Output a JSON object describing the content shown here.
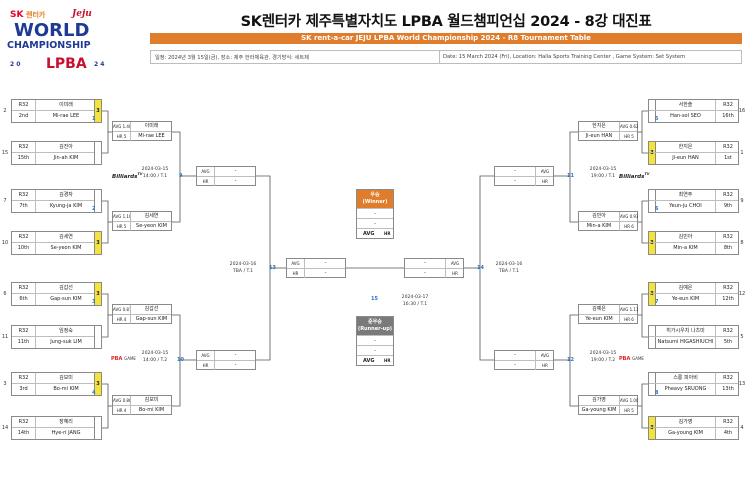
{
  "header": {
    "title": "SK렌터카 제주특별자치도 LPBA 월드챔피언십 2024 - 8강 대진표",
    "subtitle": "SK rent-a-car JEJU LPBA World Championship 2024 - R8 Tournament Table",
    "info_kr": "일정: 2024년 3월 15일(금), 장소: 제주 한라체육관, 경기방식: 세트제",
    "info_en": "Date: 15 March 2024 (Fri), Location: Halla Sports Training Center , Game System: Set System"
  },
  "logo": {
    "sk": "SK",
    "rentacar": "렌터카",
    "jeju": "Jeju",
    "world": "WORLD",
    "championship": "CHAMPIONSHIP",
    "year_left": "2  0",
    "lpba": "LPBA",
    "year_right": "2  4"
  },
  "colors": {
    "accent": "#e07d2c",
    "highlight": "#f3e33c",
    "runnerup": "#7a7a7a",
    "match_number": "#2a73c6"
  },
  "r32_label": "R32",
  "avg_label": "AVG",
  "hr_label": "HR",
  "left_players": [
    {
      "seed": "2",
      "rank": "2nd",
      "kr": "이미래",
      "en": "Mi-rae LEE",
      "mark": "3"
    },
    {
      "seed": "15",
      "rank": "15th",
      "kr": "김진아",
      "en": "Jin-ah KIM",
      "mark": ""
    },
    {
      "seed": "7",
      "rank": "7th",
      "kr": "김경자",
      "en": "Kyung-ja KIM",
      "mark": ""
    },
    {
      "seed": "10",
      "rank": "10th",
      "kr": "김세연",
      "en": "Se-yeon KIM",
      "mark": "3"
    },
    {
      "seed": "6",
      "rank": "6th",
      "kr": "김갑선",
      "en": "Gap-sun KIM",
      "mark": "3"
    },
    {
      "seed": "11",
      "rank": "11th",
      "kr": "임정숙",
      "en": "Jung-suk LIM",
      "mark": ""
    },
    {
      "seed": "3",
      "rank": "3rd",
      "kr": "김보미",
      "en": "Bo-mi KIM",
      "mark": "3"
    },
    {
      "seed": "14",
      "rank": "14th",
      "kr": "장혜리",
      "en": "Hye-ri JANG",
      "mark": ""
    }
  ],
  "right_players": [
    {
      "seed": "16",
      "rank": "16th",
      "kr": "서한솔",
      "en": "Han-sol SEO",
      "mark": ""
    },
    {
      "seed": "1",
      "rank": "1st",
      "kr": "한지은",
      "en": "Ji-eun HAN",
      "mark": "3"
    },
    {
      "seed": "9",
      "rank": "9th",
      "kr": "최연주",
      "en": "Yeun-ju CHOI",
      "mark": ""
    },
    {
      "seed": "8",
      "rank": "8th",
      "kr": "김민아",
      "en": "Min-a KIM",
      "mark": "3"
    },
    {
      "seed": "12",
      "rank": "12th",
      "kr": "김예은",
      "en": "Ye-eun KIM",
      "mark": "3"
    },
    {
      "seed": "5",
      "rank": "5th",
      "kr": "히가시우치 나츠미",
      "en": "Natsumi HIGASHIUCHI",
      "mark": ""
    },
    {
      "seed": "13",
      "rank": "13th",
      "kr": "스롱 피아비",
      "en": "Pheavy SRUONG",
      "mark": ""
    },
    {
      "seed": "4",
      "rank": "4th",
      "kr": "김가영",
      "en": "Ga-young KIM",
      "mark": "3"
    }
  ],
  "qf_left": [
    {
      "avg": "AVG 1.400",
      "hr": "HR 5",
      "kr": "이미래",
      "en": "Mi-rae LEE",
      "num": "1"
    },
    {
      "avg": "AVG 1.107",
      "hr": "HR 5",
      "kr": "김세연",
      "en": "Se-yeon KIM",
      "num": "2"
    },
    {
      "avg": "AVG 0.873",
      "hr": "HR 4",
      "kr": "김갑선",
      "en": "Gap-sun KIM",
      "num": "3"
    },
    {
      "avg": "AVG 0.880",
      "hr": "HR 4",
      "kr": "김보미",
      "en": "Bo-mi KIM",
      "num": "4"
    }
  ],
  "qf_right": [
    {
      "avg": "AVG 0.627",
      "hr": "HR 5",
      "kr": "한지은",
      "en": "Ji-eun HAN",
      "num": "5"
    },
    {
      "avg": "AVG 0.934",
      "hr": "HR 6",
      "kr": "김민아",
      "en": "Min-a KIM",
      "num": "6"
    },
    {
      "avg": "AVG 1.111",
      "hr": "HR 6",
      "kr": "김예은",
      "en": "Ye-eun KIM",
      "num": "7"
    },
    {
      "avg": "AVG 1.000",
      "hr": "HR 5",
      "kr": "김가영",
      "en": "Ga-young KIM",
      "num": "8"
    }
  ],
  "sf": [
    {
      "num": "9",
      "date": "2024-03-15",
      "time": "14:00 / T.1"
    },
    {
      "num": "10",
      "date": "2024-03-15",
      "time": "14:00 / T.2"
    },
    {
      "num": "11",
      "date": "2024-03-15",
      "time": "19:00 / T.1"
    },
    {
      "num": "12",
      "date": "2024-03-15",
      "time": "19:00 / T.2"
    }
  ],
  "semi": [
    {
      "num": "13",
      "date": "2024-03-16",
      "time": "TBA / T.1"
    },
    {
      "num": "14",
      "date": "2024-03-16",
      "time": "TBA / T.1"
    }
  ],
  "final": {
    "num": "15",
    "date": "2024-03-17",
    "time": "16:30 / T.1"
  },
  "dash": "-",
  "winner": {
    "kr": "우승",
    "en": "(Winner)"
  },
  "runnerup": {
    "kr": "준우승",
    "en": "(Runner-up)"
  },
  "sponsors": {
    "billiards": "Billiards",
    "billiards_tm": "TV",
    "pba": "PBA",
    "pba_sub": "GAME"
  }
}
